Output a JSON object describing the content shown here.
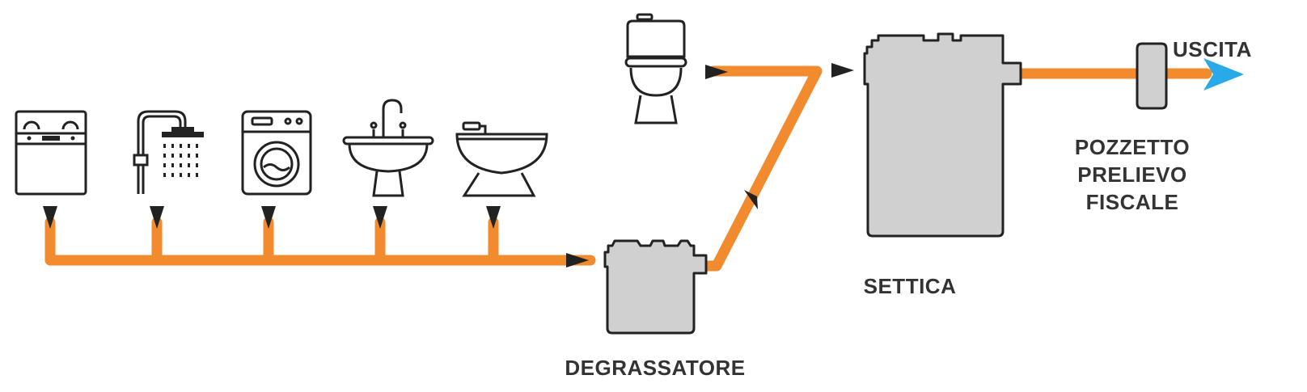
{
  "labels": {
    "degrassatore": "DEGRASSATORE",
    "settica": "SETTICA",
    "pozzetto_line1": "POZZETTO",
    "pozzetto_line2": "PRELIEVO",
    "pozzetto_line3": "FISCALE",
    "uscita": "USCITA"
  },
  "colors": {
    "pipe": "#f28a2e",
    "tank": "#d0d0d0",
    "outline": "#222222",
    "outlet_arrow": "#29a9e8",
    "text": "#333333"
  },
  "icons": [
    "dishwasher-icon",
    "shower-icon",
    "washing-machine-icon",
    "sink-icon",
    "bidet-icon",
    "toilet-icon"
  ]
}
